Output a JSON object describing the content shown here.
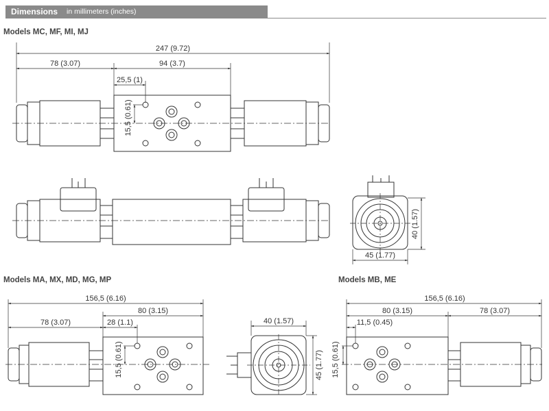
{
  "header": {
    "title": "Dimensions",
    "subtitle": "in millimeters (inches)"
  },
  "sections": {
    "top": "Models MC, MF, MI, MJ",
    "bottom_left": "Models MA, MX, MD, MG, MP",
    "bottom_right": "Models MB, ME"
  },
  "dims": {
    "top_total": "247 (9.72)",
    "top_left_coil": "78 (3.07)",
    "top_body": "94 (3.7)",
    "top_port_offset": "25,5 (1)",
    "top_port_vertical": "15,5 (0.61)",
    "side_height": "40 (1.57)",
    "side_width": "45 (1.77)",
    "bl_total": "156,5 (6.16)",
    "bl_body": "80 (3.15)",
    "bl_coil": "78 (3.07)",
    "bl_port_offset": "28 (1.1)",
    "bl_port_vertical": "15,5 (0.61)",
    "bm_width": "40 (1.57)",
    "bm_height": "45 (1.77)",
    "br_total": "156,5 (6.16)",
    "br_body": "80 (3.15)",
    "br_coil": "78 (3.07)",
    "br_port_offset": "11,5 (0.45)",
    "br_port_vertical": "15,5 (0.61)"
  }
}
